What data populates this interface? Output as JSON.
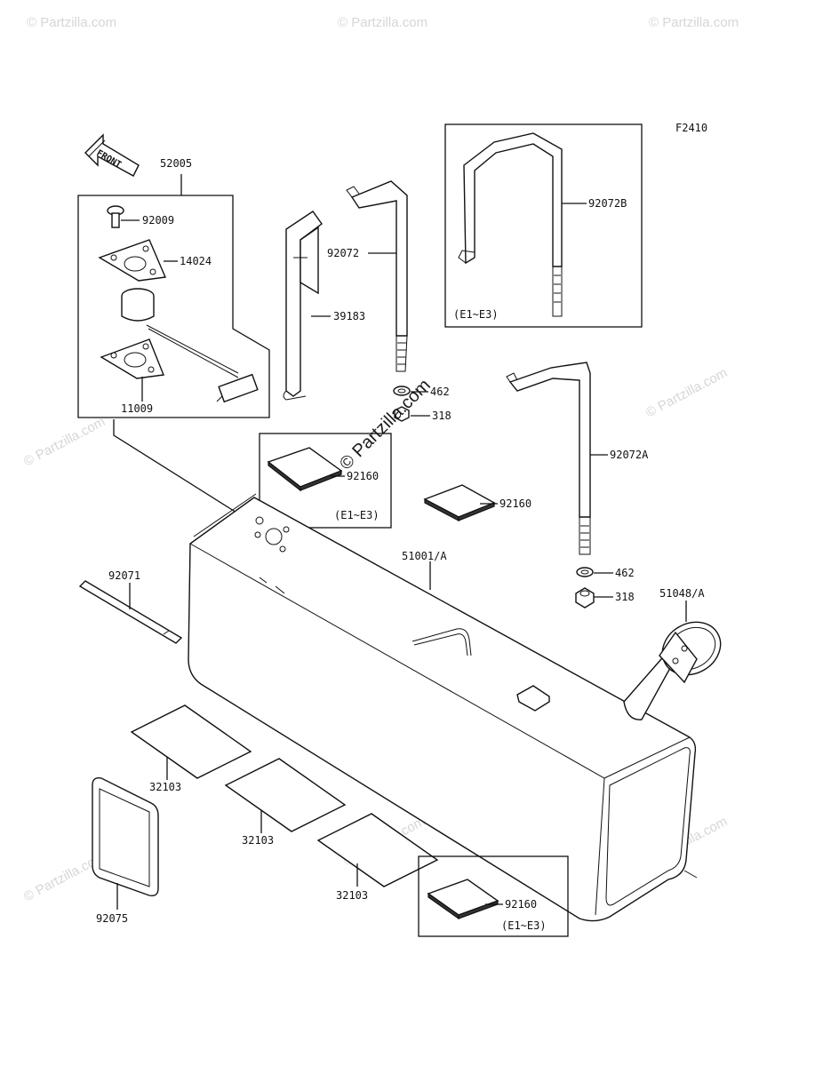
{
  "diagram_id": "F2410",
  "front_label": "FRONT",
  "watermarks": {
    "small": "© Partzilla.com",
    "center": "© Partzilla.com"
  },
  "parts": {
    "p52005": "52005",
    "p92009": "92009",
    "p14024": "14024",
    "p11009": "11009",
    "p39183": "39183",
    "p92072": "92072",
    "p92072B": "92072B",
    "p92072A": "92072A",
    "p462_top": "462",
    "p318_top": "318",
    "p462_bot": "462",
    "p318_bot": "318",
    "p92160_a": "92160",
    "p92160_b": "92160",
    "p92160_c": "92160",
    "p51001A": "51001/A",
    "p51048A": "51048/A",
    "p92071": "92071",
    "p32103_a": "32103",
    "p32103_b": "32103",
    "p32103_c": "32103",
    "p92075": "92075"
  },
  "notes": {
    "e1e3_a": "(E1~E3)",
    "e1e3_b": "(E1~E3)",
    "e1e3_c": "(E1~E3)"
  }
}
